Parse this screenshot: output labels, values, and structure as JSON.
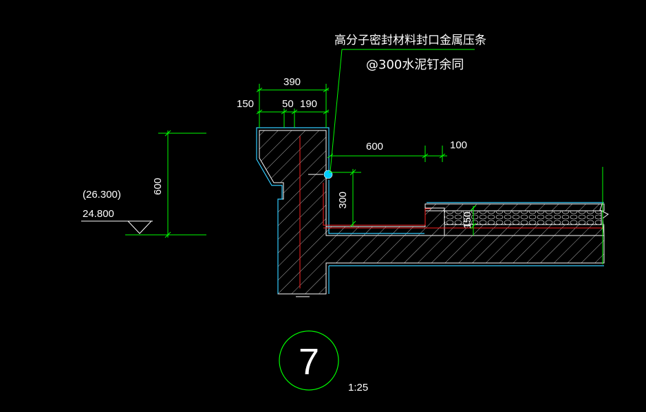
{
  "leader": {
    "line1": "高分子密封材料封口金属压条",
    "line2": "@300水泥钉余同"
  },
  "dims": {
    "d390": "390",
    "d150_top": "150",
    "d50": "50",
    "d190": "190",
    "d600_h": "600",
    "d100": "100",
    "d300": "300",
    "d150_v": "150",
    "d600_v": "600"
  },
  "elevation": {
    "upper": "(26.300)",
    "lower": "24.800"
  },
  "detail": {
    "number": "7",
    "scale": "1:25"
  },
  "colors": {
    "background": "#000000",
    "dimension": "#00ff00",
    "outline": "#ffffff",
    "finish": "#33ccff",
    "rebar": "#ff2020"
  }
}
